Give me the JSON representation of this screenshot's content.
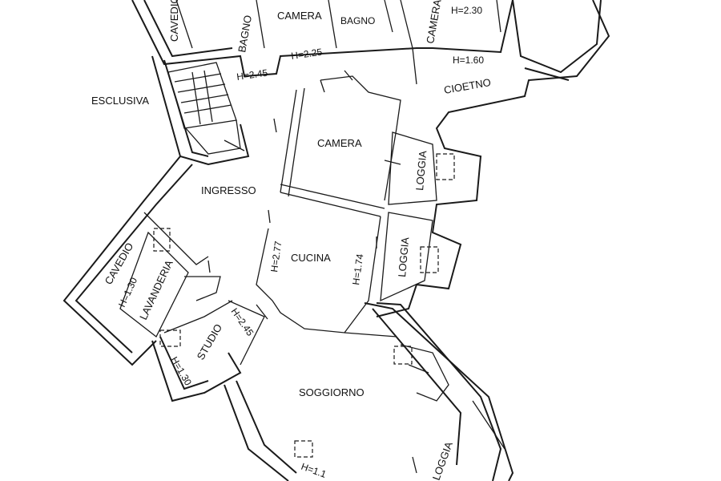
{
  "rooms": {
    "cavedio_top": "CAVEDIO",
    "bagno_left": "BAGNO",
    "camera_top": "CAMERA",
    "bagno_top": "BAGNO",
    "camera_right": "CAMERA",
    "escl": "ESCLUSIVA",
    "cioetno": "CIOETNO",
    "camera_mid": "CAMERA",
    "loggia_1": "LOGGIA",
    "ingresso": "INGRESSO",
    "loggia_2": "LOGGIA",
    "cucina": "CUCINA",
    "cavedio_left": "CAVEDIO",
    "lavanderia": "LAVANDERIA",
    "studio": "STUDIO",
    "soggiorno": "SOGGIORNO",
    "loggia_3": "LOGGIA"
  },
  "heights": {
    "h_bagno_left": "H=2.45",
    "h_camera_top": "H=2.25",
    "h_camera_right": "H=2.30",
    "h_cioetno": "H=1.60",
    "h_cucina": "H=2.77",
    "h_loggia_2": "H=1.74",
    "h_lavanderia": "H=1.30",
    "h_studio_a": "H=2.45",
    "h_studio_b": "H=1.30",
    "h_soggiorno": "H=1.1"
  }
}
